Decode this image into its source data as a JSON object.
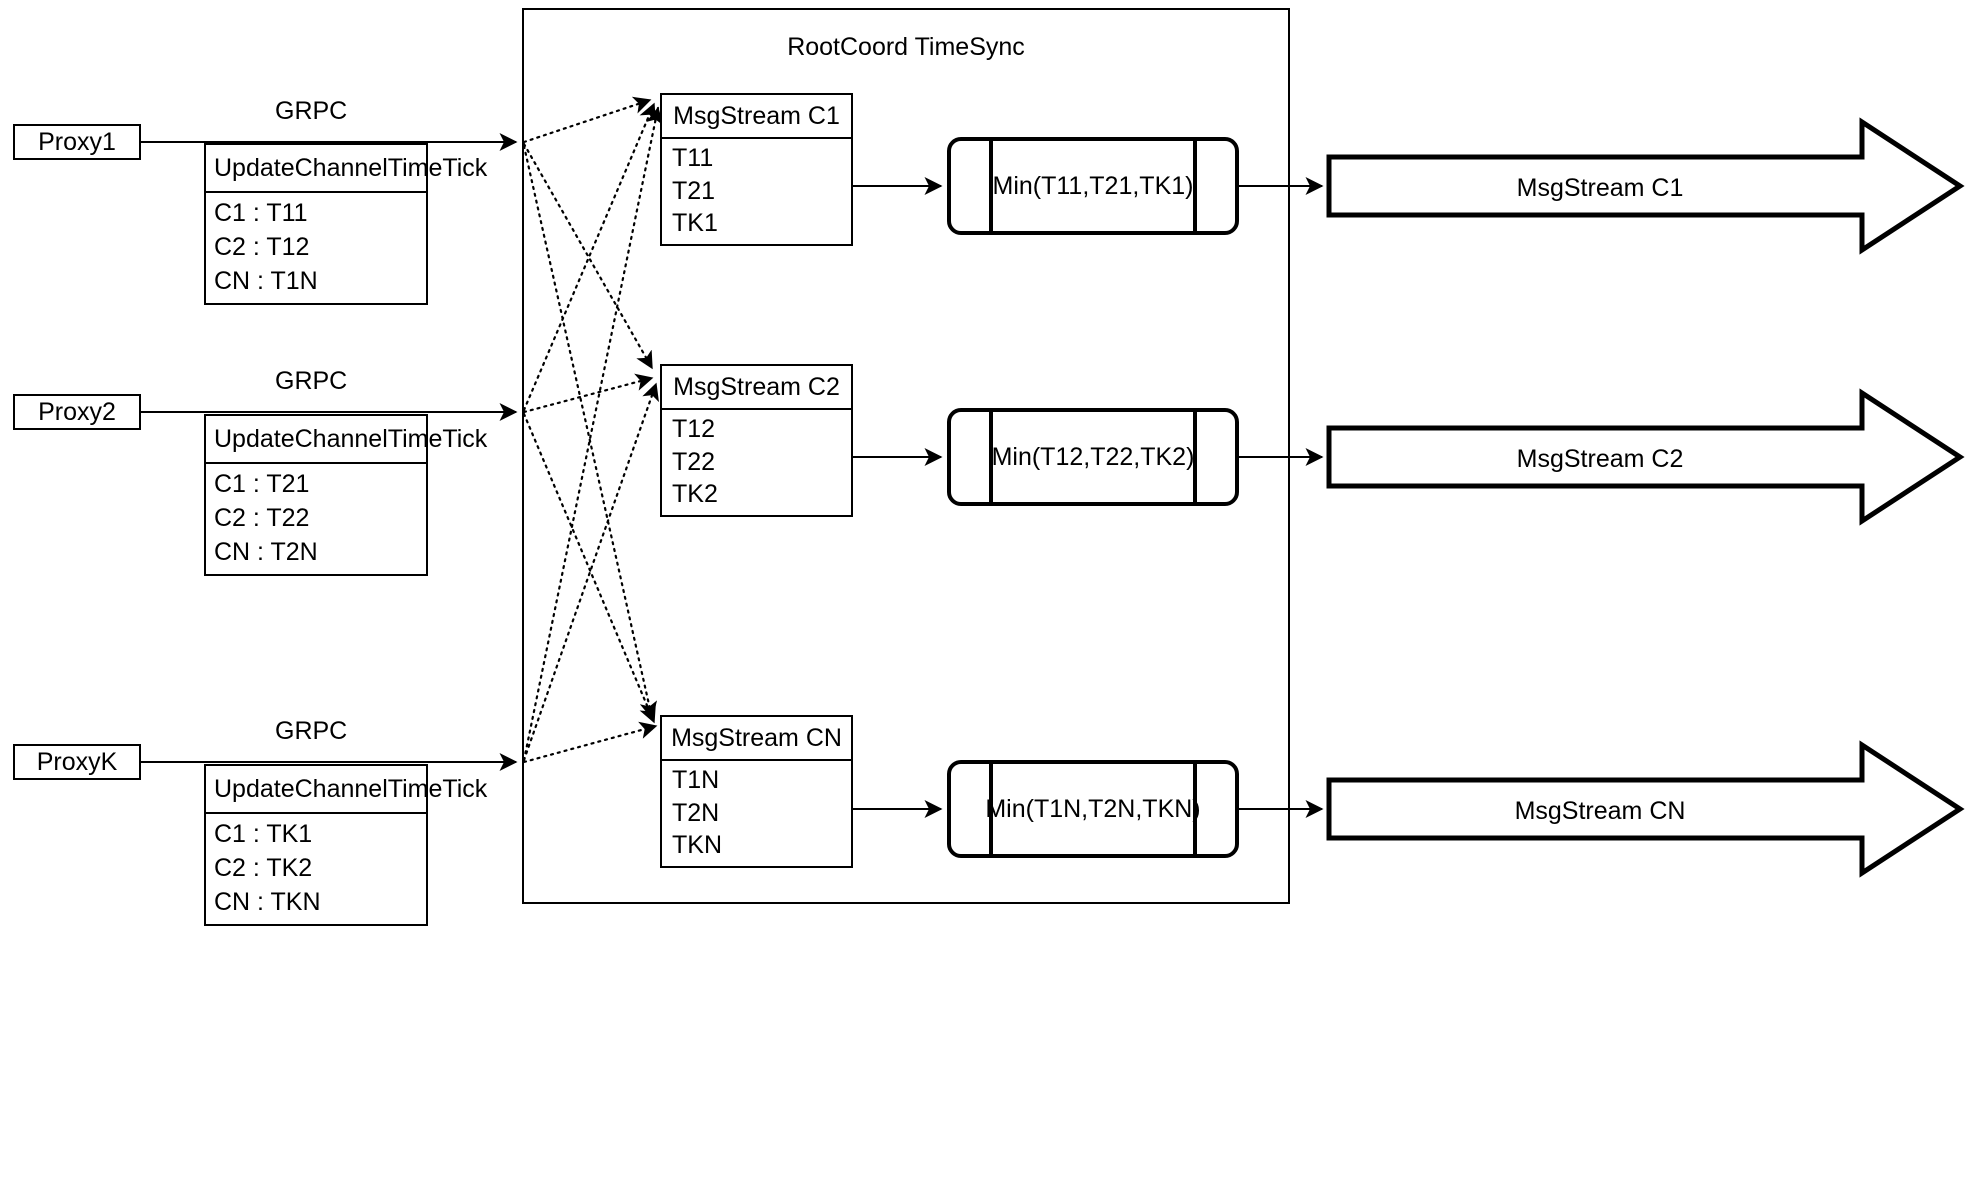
{
  "diagram": {
    "title": "RootCoord TimeSync",
    "container_label": "RootCoord TimeSync",
    "colors": {
      "stroke": "#000000",
      "background": "#ffffff"
    }
  },
  "rows": [
    {
      "proxy": {
        "label": "Proxy1"
      },
      "link_label": "GRPC",
      "tick_table": {
        "header": "UpdateChannelTimeTick",
        "rows": [
          "C1 :  T11",
          "C2 :  T12",
          "CN : T1N"
        ]
      },
      "msgstream": {
        "header": "MsgStream C1",
        "rows": [
          "T11",
          "T21",
          "TK1"
        ]
      },
      "min_box": {
        "label": "Min(T11,T21,TK1)"
      },
      "output_arrow": {
        "label": "MsgStream C1"
      }
    },
    {
      "proxy": {
        "label": "Proxy2"
      },
      "link_label": "GRPC",
      "tick_table": {
        "header": "UpdateChannelTimeTick",
        "rows": [
          "C1 :  T21",
          "C2 :  T22",
          "CN : T2N"
        ]
      },
      "msgstream": {
        "header": "MsgStream C2",
        "rows": [
          "T12",
          "T22",
          "TK2"
        ]
      },
      "min_box": {
        "label": "Min(T12,T22,TK2)"
      },
      "output_arrow": {
        "label": "MsgStream C2"
      }
    },
    {
      "proxy": {
        "label": "ProxyK"
      },
      "link_label": "GRPC",
      "tick_table": {
        "header": "UpdateChannelTimeTick",
        "rows": [
          "C1 :  TK1",
          "C2 :  TK2",
          "CN : TKN"
        ]
      },
      "msgstream": {
        "header": "MsgStream CN",
        "rows": [
          "T1N",
          "T2N",
          "TKN"
        ]
      },
      "min_box": {
        "label": "Min(T1N,T2N,TKN)"
      },
      "output_arrow": {
        "label": "MsgStream CN"
      }
    }
  ]
}
